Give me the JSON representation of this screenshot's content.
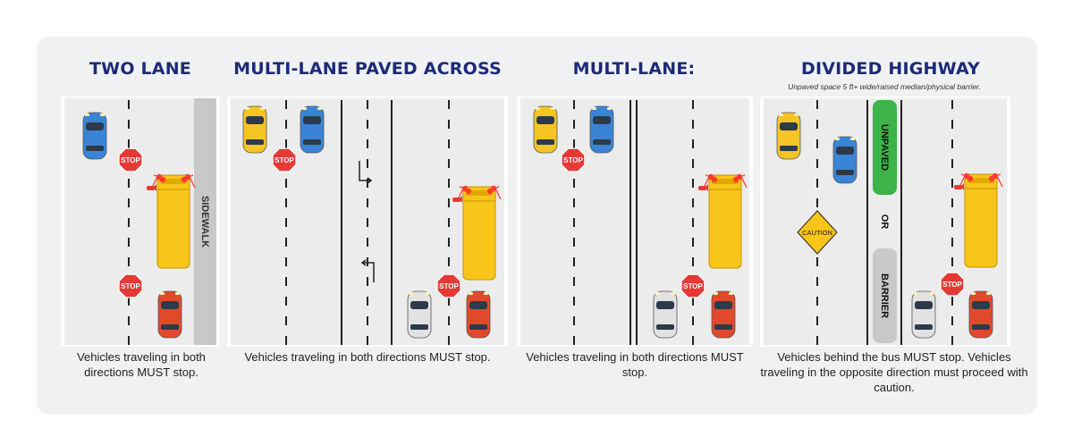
{
  "colors": {
    "title": "#1c2a78",
    "road": "#ececec",
    "bus": "#f9c51a",
    "stop": "#e53935",
    "unpaved": "#3db34a",
    "barrier": "#c9c9c9",
    "caution": "#f9c51a"
  },
  "panels": [
    {
      "title": "TWO LANE",
      "caption": "Vehicles traveling in both directions MUST stop.",
      "sidewalk_label": "SIDEWALK"
    },
    {
      "title": "MULTI-LANE PAVED ACROSS",
      "caption": "Vehicles traveling in both directions MUST stop."
    },
    {
      "title": "MULTI-LANE:",
      "caption": "Vehicles traveling in both directions MUST stop."
    },
    {
      "title": "DIVIDED HIGHWAY",
      "subtitle": "Unpaved space 5 ft+ wide/raised median/physical barrier.",
      "caption": "Vehicles behind the bus MUST stop. Vehicles traveling in the opposite direction must proceed with caution.",
      "unpaved_label": "UNPAVED",
      "or_label": "OR",
      "barrier_label": "BARRIER",
      "caution_label": "CAUTION"
    }
  ],
  "stop_sign_label": "STOP",
  "icons": [
    "stop-sign-icon",
    "school-bus-icon",
    "car-icon",
    "turn-arrow-icon",
    "caution-sign-icon"
  ]
}
